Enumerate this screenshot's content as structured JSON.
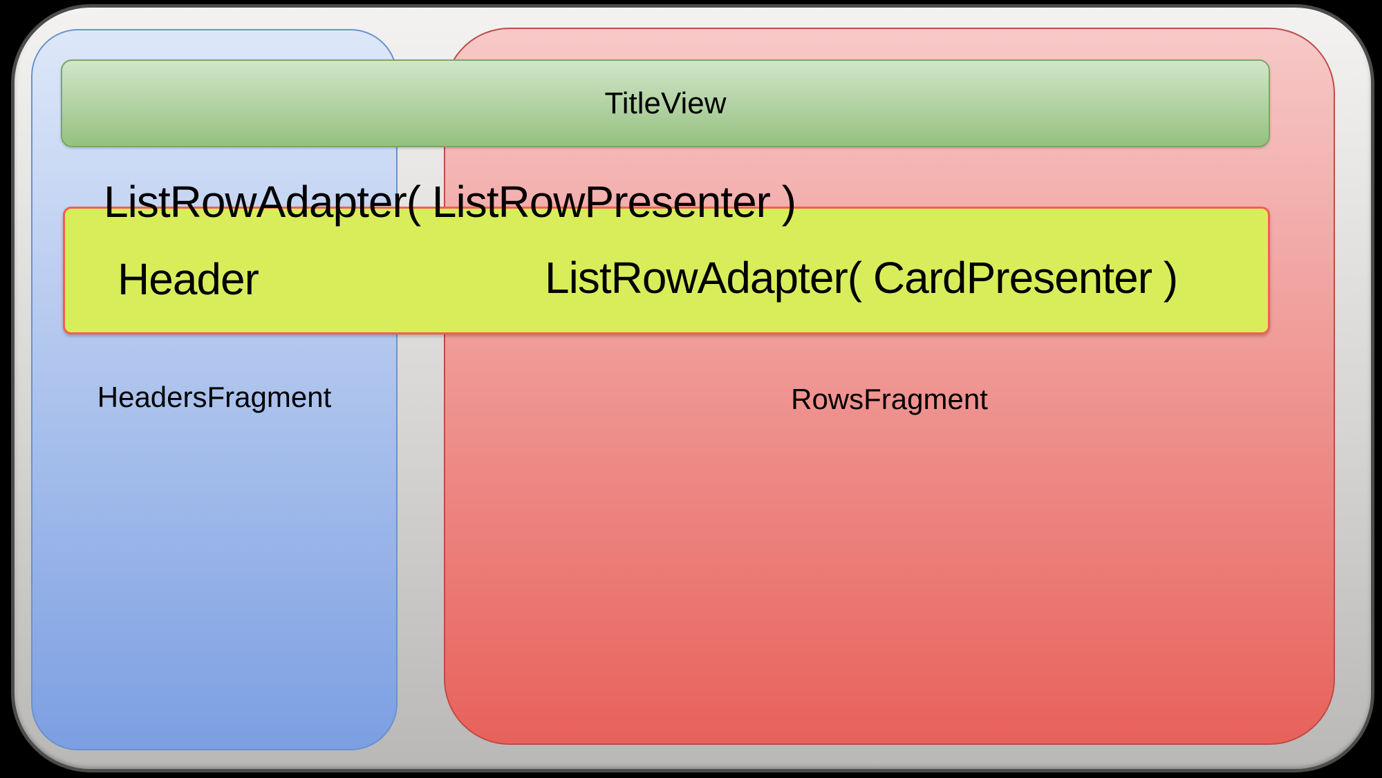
{
  "diagram": {
    "kind": "browse-fragment-layout-diagram",
    "title_view_label": "TitleView",
    "adapter_presenter_label": "ListRowAdapter( ListRowPresenter )",
    "header_label": "Header",
    "card_adapter_label": "ListRowAdapter( CardPresenter )",
    "headers_fragment_label": "HeadersFragment",
    "rows_fragment_label": "RowsFragment",
    "colors": {
      "bg": "#000000",
      "panel_top": "#f3f2f1",
      "panel_bottom": "#b9b8b7",
      "panel_border": "#4c4c4a",
      "headers_top": "#dde7f8",
      "headers_bottom": "#7c9fe2",
      "headers_border": "#6a92cf",
      "rows_top": "#f6c9c8",
      "rows_bottom": "#e8615b",
      "rows_border": "#bd4b45",
      "title_top": "#d2e5c9",
      "title_bottom": "#95c180",
      "title_border": "#7aa85f",
      "listrow_fill": "#d9ed5b",
      "listrow_border": "#fa5b51",
      "text": "#000000"
    }
  }
}
